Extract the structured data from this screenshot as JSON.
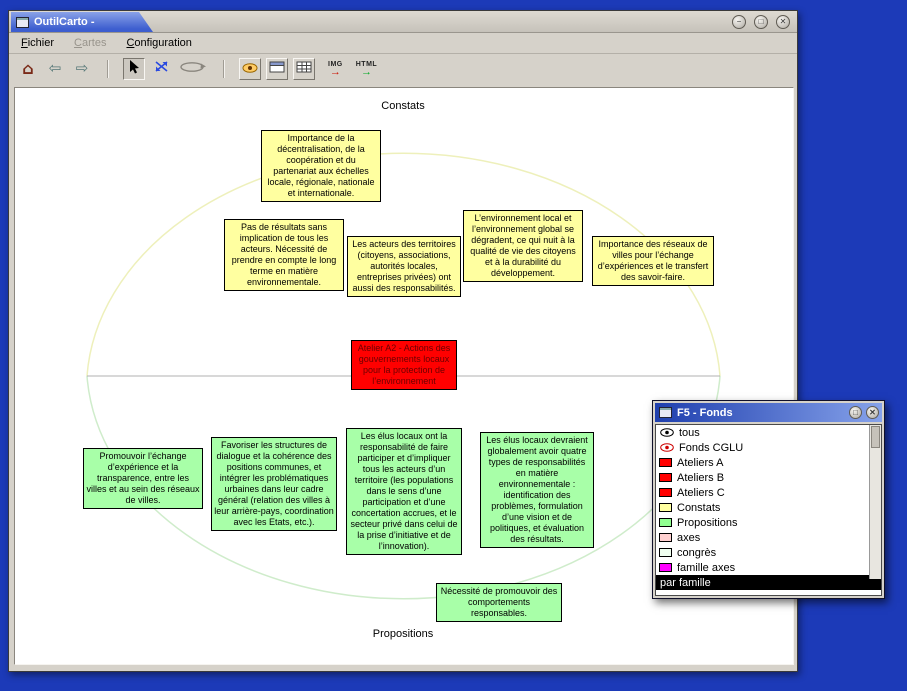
{
  "colors": {
    "desktop": "#1c3ab8",
    "note_yellow": "#ffffa0",
    "note_green": "#a8ffa8",
    "node_red": "#ff0000"
  },
  "main_window": {
    "title": "OutilCarto -",
    "menu": {
      "items": [
        {
          "label": "Fichier"
        },
        {
          "label": "Cartes"
        },
        {
          "label": "Configuration"
        }
      ]
    },
    "toolbar": {
      "img_label": "IMG",
      "html_label": "HTML"
    }
  },
  "map": {
    "top_label": "Constats",
    "bottom_label": "Propositions",
    "center_node": {
      "text": "Atelier A2 - Actions des gouvernements locaux pour la protection de l’environnement"
    },
    "constats_notes": [
      {
        "text": "Importance de la décentralisation, de la coopération et du partenariat aux échelles locale, régionale, nationale et internationale."
      },
      {
        "text": "Pas de résultats sans implication de tous les acteurs. Nécessité de prendre en compte le long terme en matière environnementale."
      },
      {
        "text": "Les acteurs des territoires (citoyens, associations, autorités locales, entreprises privées) ont aussi des responsabilités."
      },
      {
        "text": "L’environnement local et l’environnement global se dégradent, ce qui nuit à la qualité de vie des citoyens et à la durabilité du développement."
      },
      {
        "text": "Importance des réseaux de villes pour l’échange d’expériences et le transfert des savoir-faire."
      }
    ],
    "propositions_notes": [
      {
        "text": "Promouvoir l’échange d’expérience et la transparence, entre les villes et au sein des réseaux de villes."
      },
      {
        "text": "Favoriser les structures de dialogue et la cohérence des positions communes, et intégrer les problématiques urbaines dans leur cadre général (relation des villes à leur arrière-pays, coordination avec les Etats, etc.)."
      },
      {
        "text": "Les élus locaux ont la responsabilité de faire participer et d’impliquer tous les acteurs d’un territoire (les populations dans le sens d’une participation et d’une concertation accrues, et le secteur privé dans celui de la prise d’initiative et de l’innovation)."
      },
      {
        "text": "Les élus locaux devraient globalement avoir quatre types de responsabilités en matière environnementale : identification des problèmes, formulation d’une vision et de politiques, et évaluation des résultats."
      },
      {
        "text": "Nécessité de promouvoir des comportements responsables."
      }
    ]
  },
  "fonds_window": {
    "title": "F5 - Fonds",
    "items": [
      {
        "label": "tous",
        "icon": "eye"
      },
      {
        "label": "Fonds CGLU",
        "icon": "eye-red"
      },
      {
        "label": "Ateliers A",
        "swatch": "#ff0000"
      },
      {
        "label": "Ateliers B",
        "swatch": "#ff0000"
      },
      {
        "label": "Ateliers C",
        "swatch": "#ff0000"
      },
      {
        "label": "Constats",
        "swatch": "#ffffa0"
      },
      {
        "label": "Propositions",
        "swatch": "#90ff90"
      },
      {
        "label": "axes",
        "swatch": "#ffd0d0"
      },
      {
        "label": "congrès",
        "swatch": "#f0fff0"
      },
      {
        "label": "famille axes",
        "swatch": "#ff00ff"
      }
    ],
    "selected_label": "par famille"
  }
}
